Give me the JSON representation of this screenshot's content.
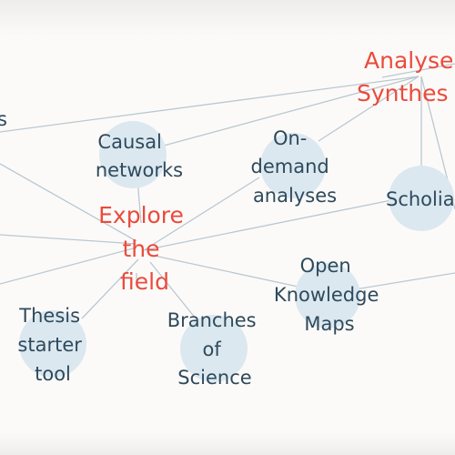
{
  "colors": {
    "background": "#fcfaf8",
    "edge": "#b9c8d3",
    "node_fill": "#dce8f0",
    "node_text": "#2e4a5c",
    "hub_text": "#ea4b3c"
  },
  "nodes": [
    {
      "id": "causal",
      "lines": [
        "Causal",
        "networks"
      ]
    },
    {
      "id": "ondemand",
      "lines": [
        "On-",
        "demand",
        "analyses"
      ]
    },
    {
      "id": "scholia",
      "lines": [
        "Scholia"
      ]
    },
    {
      "id": "okmaps",
      "lines": [
        "Open",
        "Knowledge",
        "Maps"
      ]
    },
    {
      "id": "branches",
      "lines": [
        "Branches",
        "of",
        "Science"
      ]
    },
    {
      "id": "thesis",
      "lines": [
        "Thesis",
        "starter",
        "tool"
      ]
    },
    {
      "id": "left_s",
      "lines": [
        "s"
      ]
    }
  ],
  "hubs": [
    {
      "id": "explore",
      "lines": [
        "Explore",
        "the",
        "field"
      ]
    },
    {
      "id": "analyse",
      "lines": [
        "Analyse",
        "Synthes"
      ]
    }
  ]
}
